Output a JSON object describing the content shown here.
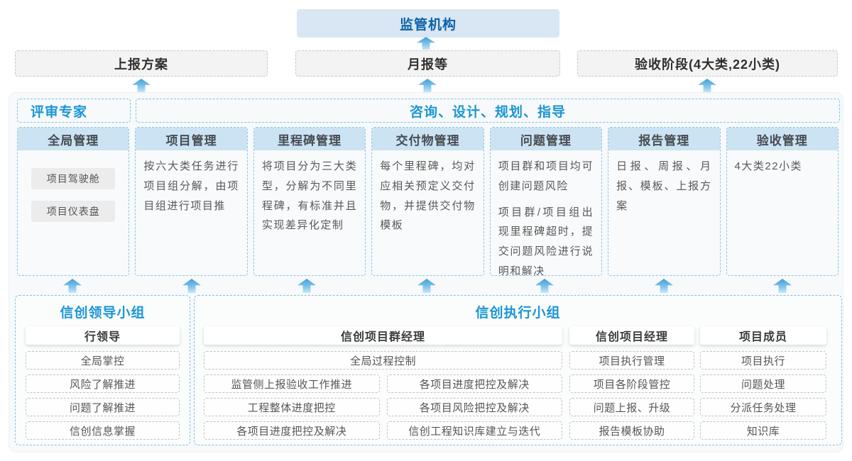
{
  "colors": {
    "accent_blue": "#1b96d5",
    "dark_blue": "#0d62a7",
    "column_header_bg": "#cbe3f2",
    "dashed_blue": "#82c3ea",
    "arrow_blue": "#3e9fd9",
    "container_bg": "#f7f9fa"
  },
  "top": {
    "regulator": "监管机构",
    "reports": [
      "上报方案",
      "月报等",
      "验收阶段(4大类,22小类)"
    ]
  },
  "platform": {
    "expert_title": "评审专家",
    "consult_title": "咨询、设计、规划、指导",
    "columns": [
      {
        "title": "全局管理",
        "tags": [
          "项目驾驶舱",
          "项目仪表盘"
        ]
      },
      {
        "title": "项目管理",
        "paragraphs": [
          "按六大类任务进行项目组分解，由项目组进行项目推"
        ]
      },
      {
        "title": "里程碑管理",
        "paragraphs": [
          "将项目分为三大类型，分解为不同里程碑，有标准并且实现差异化定制"
        ]
      },
      {
        "title": "交付物管理",
        "paragraphs": [
          "每个里程碑，均对应相关预定义交付物，并提供交付物模板"
        ]
      },
      {
        "title": "问题管理",
        "paragraphs": [
          "项目群和项目均可创建问题风险",
          "项目群/项目组出现里程碑超时，提交问题风险进行说明和解决"
        ]
      },
      {
        "title": "报告管理",
        "paragraphs": [
          "日报、周报、月报、模板、上报方案"
        ]
      },
      {
        "title": "验收管理",
        "paragraphs": [
          "4大类22小类"
        ]
      }
    ]
  },
  "teams": {
    "leader_group": {
      "title": "信创领导小组",
      "role": "行领导",
      "items": [
        "全局掌控",
        "风险了解推进",
        "问题了解推进",
        "信创信息掌握"
      ]
    },
    "exec_group": {
      "title": "信创执行小组",
      "pm_group": {
        "role": "信创项目群经理",
        "full_item": "全局过程控制",
        "grid_items": [
          "监管侧上报验收工作推进",
          "各项目进度把控及解决",
          "工程整体进度把控",
          "各项目风险把控及解决",
          "各项目进度把控及解决",
          "信创工程知识库建立与迭代"
        ]
      },
      "manager": {
        "role": "信创项目经理",
        "items": [
          "项目执行管理",
          "项目各阶段管控",
          "问题上报、升级",
          "报告模板协助"
        ]
      },
      "members": {
        "role": "项目成员",
        "items": [
          "项目执行",
          "问题处理",
          "分派任务处理",
          "知识库"
        ]
      }
    }
  }
}
